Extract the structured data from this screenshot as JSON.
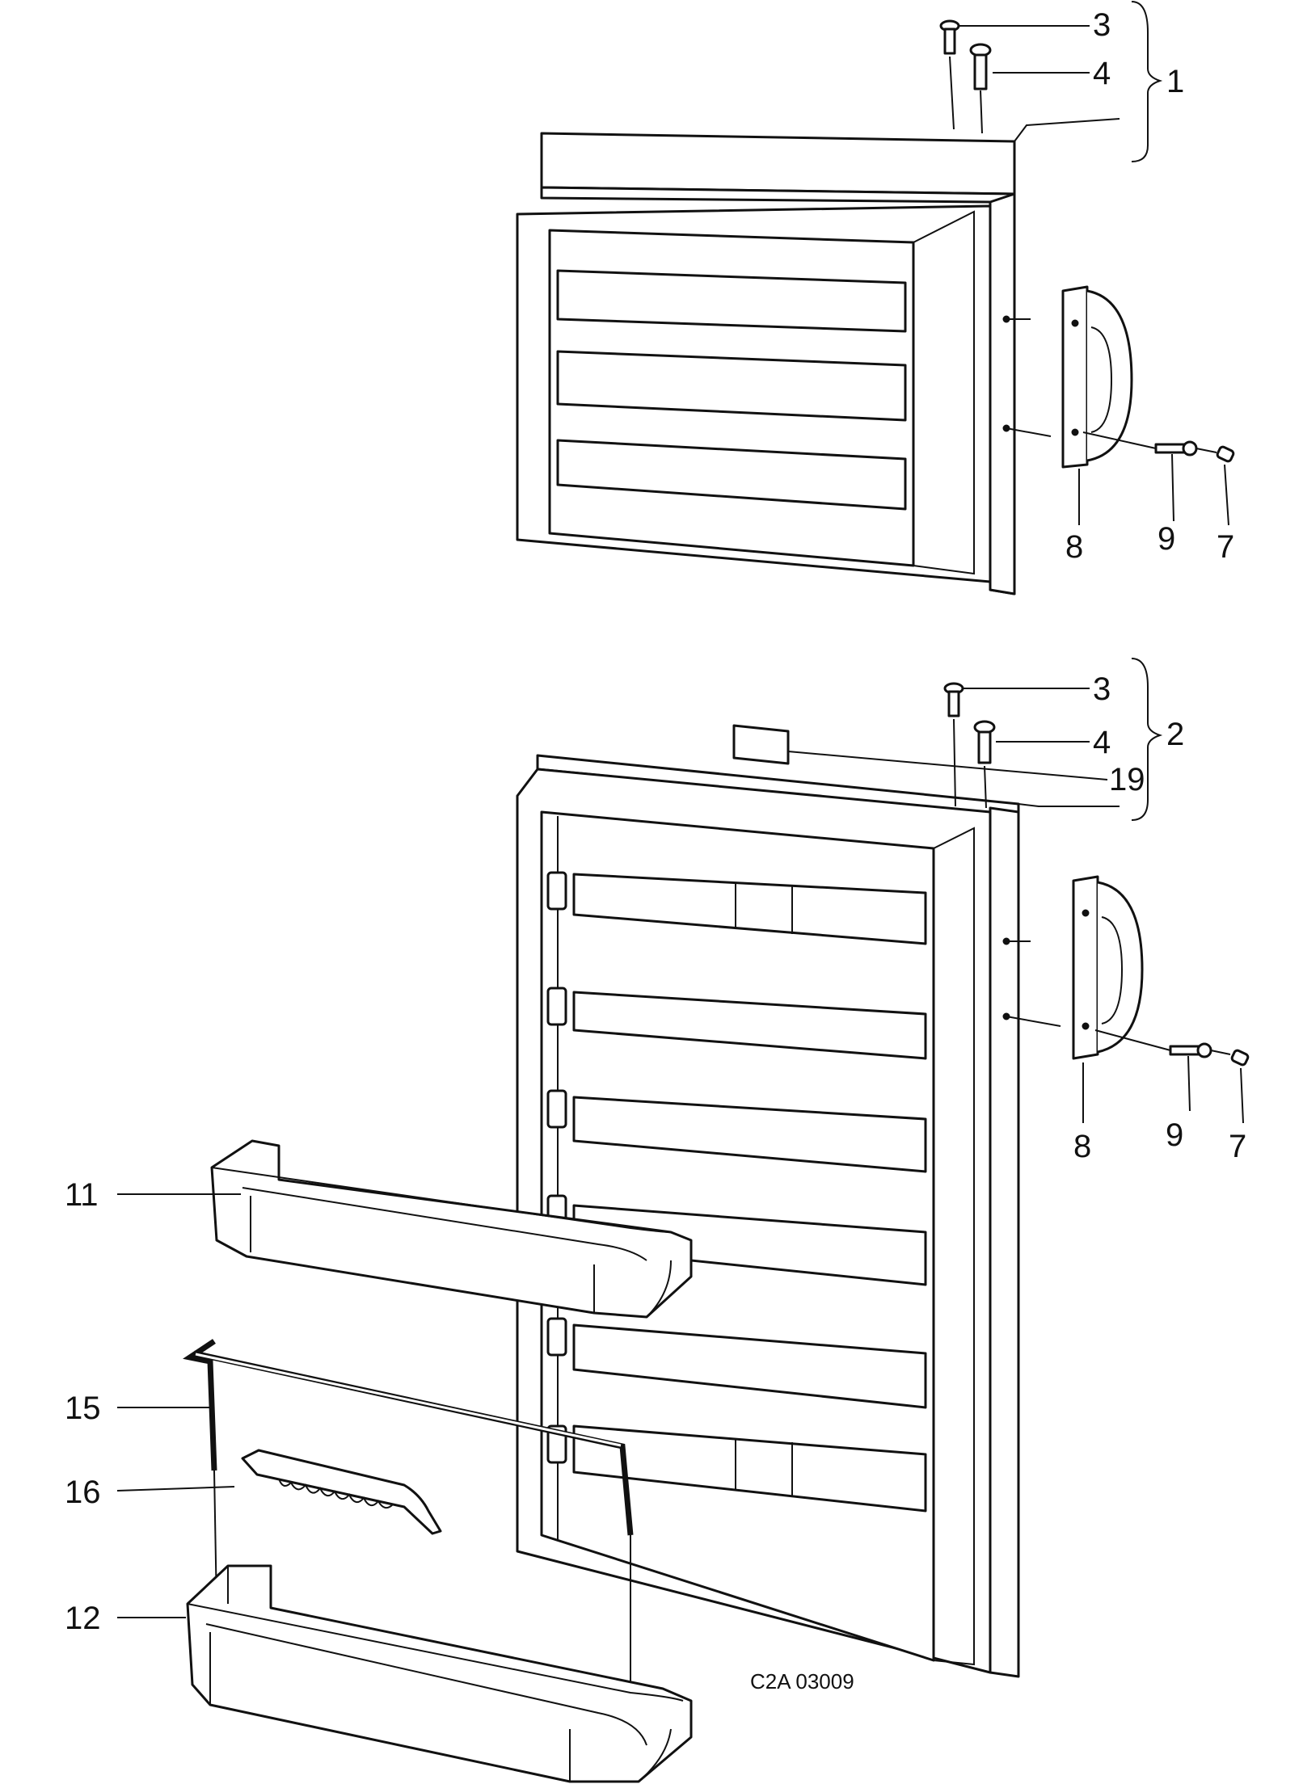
{
  "figure": {
    "drawing_code": "C2A 03009",
    "callouts": {
      "upper_door": {
        "screw_a": "3",
        "screw_b": "4",
        "assembly": "1",
        "handle": "8",
        "screw_c": "9",
        "cap": "7"
      },
      "lower_door": {
        "screw_a": "3",
        "screw_b": "4",
        "assembly": "2",
        "plug": "19",
        "handle": "8",
        "screw_c": "9",
        "cap": "7",
        "upper_shelf": "11",
        "wire_retainer": "15",
        "egg_tray": "16",
        "lower_shelf": "12"
      }
    }
  }
}
